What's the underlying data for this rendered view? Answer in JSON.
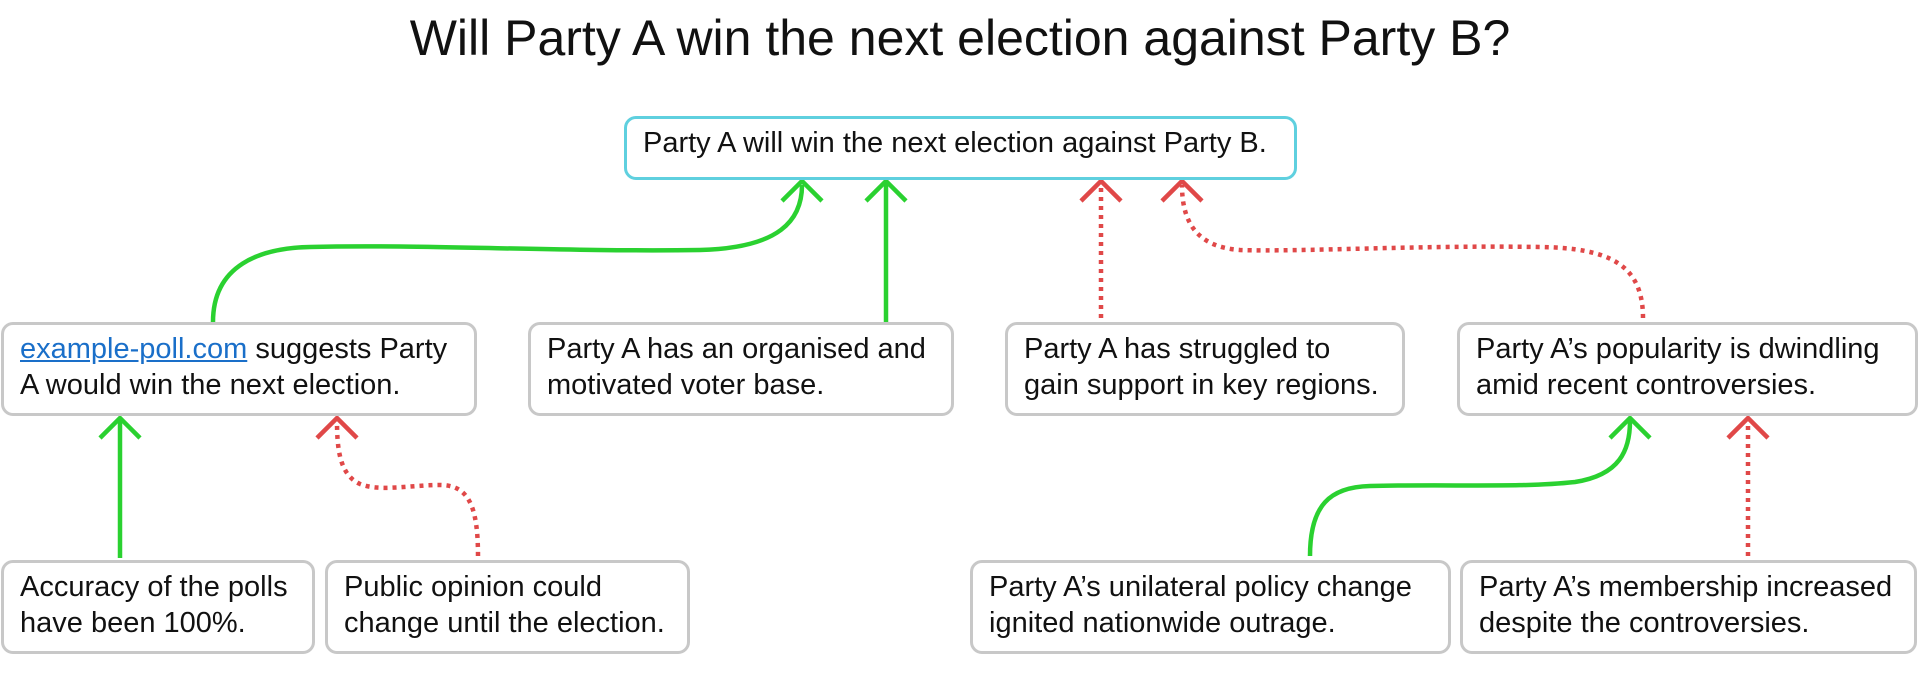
{
  "title": "Will Party A win the next election against Party B?",
  "colors": {
    "support": "#2ad130",
    "attack": "#e04848",
    "claim_border": "#5fd0df",
    "node_border": "#c8c8c8",
    "link": "#1a6fc9"
  },
  "claim": {
    "text": "Party A will win the next election against Party B."
  },
  "nodes": {
    "poll": {
      "link_text": "example-poll.com",
      "text": " suggests Party A would win the next election."
    },
    "voter_base": {
      "text": "Party A has an organised and motivated voter base."
    },
    "struggled": {
      "text": "Party A has struggled to gain support in key regions."
    },
    "popularity": {
      "text": "Party A’s popularity is dwindling amid recent controversies."
    },
    "accuracy": {
      "text": "Accuracy of the polls have been 100%."
    },
    "public_opinion": {
      "text": "Public opinion could change until the election."
    },
    "policy_change": {
      "text": "Party A’s unilateral policy change ignited nationwide outrage."
    },
    "membership": {
      "text": "Party A’s membership increased despite the controversies."
    }
  },
  "edges": [
    {
      "from": "poll",
      "to": "claim",
      "type": "support"
    },
    {
      "from": "voter_base",
      "to": "claim",
      "type": "support"
    },
    {
      "from": "struggled",
      "to": "claim",
      "type": "attack"
    },
    {
      "from": "popularity",
      "to": "claim",
      "type": "attack"
    },
    {
      "from": "accuracy",
      "to": "poll",
      "type": "support"
    },
    {
      "from": "public_opinion",
      "to": "poll",
      "type": "attack"
    },
    {
      "from": "policy_change",
      "to": "popularity",
      "type": "support"
    },
    {
      "from": "membership",
      "to": "popularity",
      "type": "attack"
    }
  ]
}
